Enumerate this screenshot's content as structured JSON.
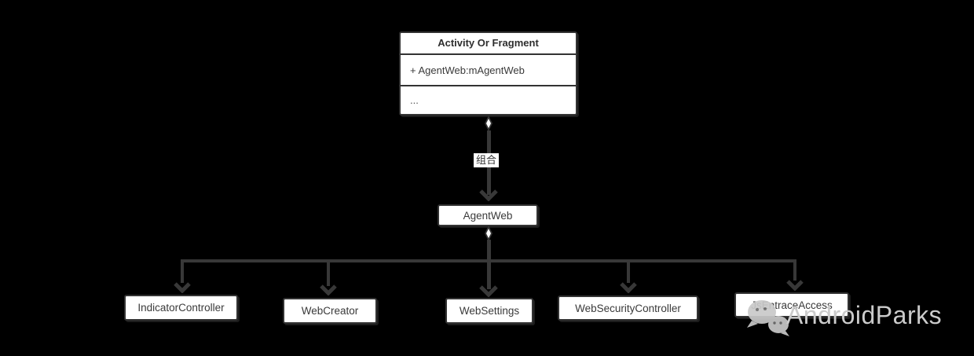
{
  "colors": {
    "background": "#000000",
    "line": "#383838",
    "box_border": "#333333",
    "box_fill": "#ffffff",
    "text": "#3a3a3a",
    "watermark": "#c9c9c9"
  },
  "diagram": {
    "root_class": {
      "title": "Activity Or Fragment",
      "attribute": "+ AgentWeb:mAgentWeb",
      "more": "..."
    },
    "relation_label": "组合",
    "relation_type": "composition",
    "hub_class": {
      "title": "AgentWeb"
    },
    "child_classes": [
      {
        "title": "IndicatorController"
      },
      {
        "title": "WebCreator"
      },
      {
        "title": "WebSettings"
      },
      {
        "title": "WebSecurityController"
      },
      {
        "title": "JsEntraceAccess"
      }
    ]
  },
  "watermark": {
    "text": "AndroidParks",
    "icon": "wechat-icon"
  }
}
